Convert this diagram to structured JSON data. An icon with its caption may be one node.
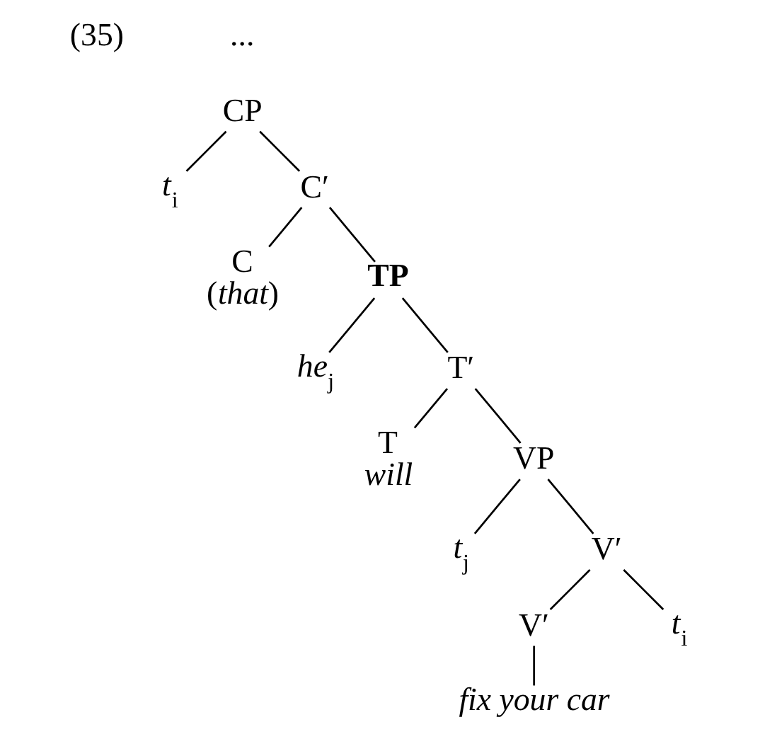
{
  "diagram": {
    "nodes": [
      {
        "text": [
          "CP"
        ]
      },
      {
        "text": [
          "*t*$_{i}$"
        ]
      },
      {
        "text": [
          "C′"
        ]
      },
      {
        "text": [
          "C",
          "(*that*)"
        ]
      },
      {
        "text": [
          "**TP**"
        ]
      },
      {
        "text": [
          "*he*$_{j}$"
        ]
      },
      {
        "text": [
          "T′"
        ]
      },
      {
        "text": [
          "T",
          "*will*"
        ]
      },
      {
        "text": [
          "VP"
        ]
      },
      {
        "text": [
          "*t*$_{j}$"
        ]
      },
      {
        "text": [
          "V′"
        ]
      },
      {
        "text": [
          "V′"
        ]
      },
      {
        "text": [
          "*t*$_{i}$"
        ]
      },
      {
        "text": [
          "*fix your car*"
        ]
      }
    ],
    "edges": [
      {
        "from": 0,
        "to": 1,
        "arrow": "none"
      },
      {
        "from": 0,
        "to": 2,
        "arrow": "none"
      },
      {
        "from": 2,
        "to": 3,
        "arrow": "none"
      },
      {
        "from": 2,
        "to": 4,
        "arrow": "none"
      },
      {
        "from": 4,
        "to": 5,
        "arrow": "none"
      },
      {
        "from": 4,
        "to": 6,
        "arrow": "none"
      },
      {
        "from": 6,
        "to": 7,
        "arrow": "none"
      },
      {
        "from": 6,
        "to": 8,
        "arrow": "none"
      },
      {
        "from": 8,
        "to": 9,
        "arrow": "none"
      },
      {
        "from": 8,
        "to": 10,
        "arrow": "none"
      },
      {
        "from": 10,
        "to": 11,
        "arrow": "none"
      },
      {
        "from": 10,
        "to": 12,
        "arrow": "none"
      },
      {
        "from": 11,
        "to": 13,
        "arrow": "none"
      }
    ],
    "labels": [
      "(35)",
      "..."
    ]
  }
}
